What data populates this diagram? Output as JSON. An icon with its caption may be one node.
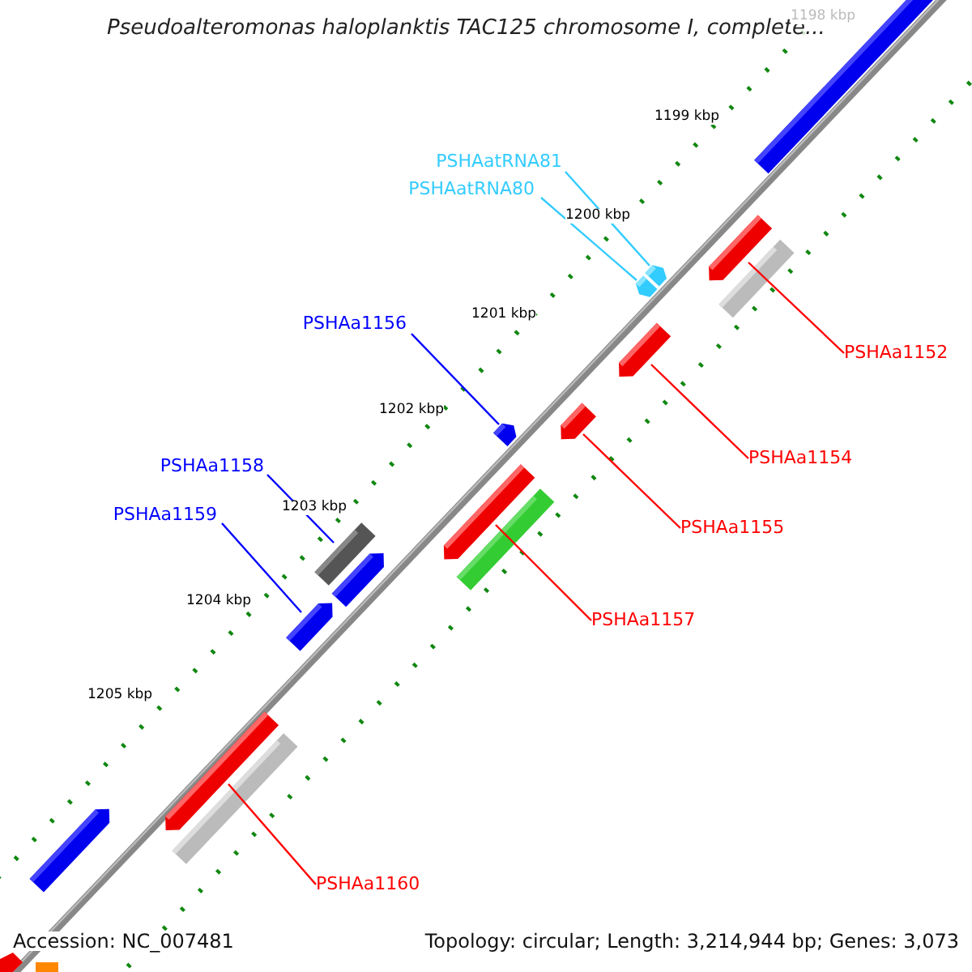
{
  "diagram": {
    "title": "Pseudoalteromonas haloplanktis TAC125 chromosome I, complete...",
    "nodes": [
      {
        "text": [
          "PSHAatRNA81"
        ]
      },
      {
        "text": [
          "PSHAatRNA80"
        ]
      },
      {
        "text": [
          "PSHAa1152"
        ]
      },
      {
        "text": [
          "PSHAa1156"
        ]
      },
      {
        "text": [
          "PSHAa1154"
        ]
      },
      {
        "text": [
          "PSHAa1158"
        ]
      },
      {
        "text": [
          "PSHAa1155"
        ]
      },
      {
        "text": [
          "PSHAa1159"
        ]
      },
      {
        "text": [
          "PSHAa1157"
        ]
      },
      {
        "text": [
          "PSHAa1160"
        ]
      },
      {
        "text": [],
        "shape": "arrow"
      },
      {
        "text": [],
        "shape": "arrow"
      },
      {
        "text": [],
        "shape": "arrow"
      },
      {
        "text": [],
        "shape": "arrow"
      },
      {
        "text": [],
        "shape": "arrow"
      },
      {
        "text": [],
        "shape": "box"
      },
      {
        "text": [],
        "shape": "arrow"
      },
      {
        "text": [],
        "shape": "arrow"
      },
      {
        "text": [],
        "shape": "arrow"
      },
      {
        "text": [],
        "shape": "arrow"
      }
    ],
    "edges": [
      {
        "from": 0,
        "to": 10,
        "arrow": "none",
        "color": "#33ccff"
      },
      {
        "from": 1,
        "to": 11,
        "arrow": "none",
        "color": "#33ccff"
      },
      {
        "from": 2,
        "to": 12,
        "arrow": "none"
      },
      {
        "from": 3,
        "to": 13,
        "arrow": "none",
        "color": "#0000ff"
      },
      {
        "from": 4,
        "to": 14,
        "arrow": "none"
      },
      {
        "from": 5,
        "to": 15,
        "arrow": "none",
        "color": "#0000ff"
      },
      {
        "from": 6,
        "to": 16,
        "arrow": "none"
      },
      {
        "from": 7,
        "to": 17,
        "arrow": "none",
        "color": "#0000ff"
      },
      {
        "from": 8,
        "to": 18,
        "arrow": "none"
      },
      {
        "from": 9,
        "to": 19,
        "arrow": "none"
      }
    ],
    "labels": [
      "1198 kbp",
      "1199 kbp",
      "1200 kbp",
      "1201 kbp",
      "1202 kbp",
      "1203 kbp",
      "1204 kbp",
      "1205 kbp",
      "Accession: NC_007481",
      "Topology: circular; Length: 3,214,944 bp; Genes: 3,073"
    ]
  }
}
